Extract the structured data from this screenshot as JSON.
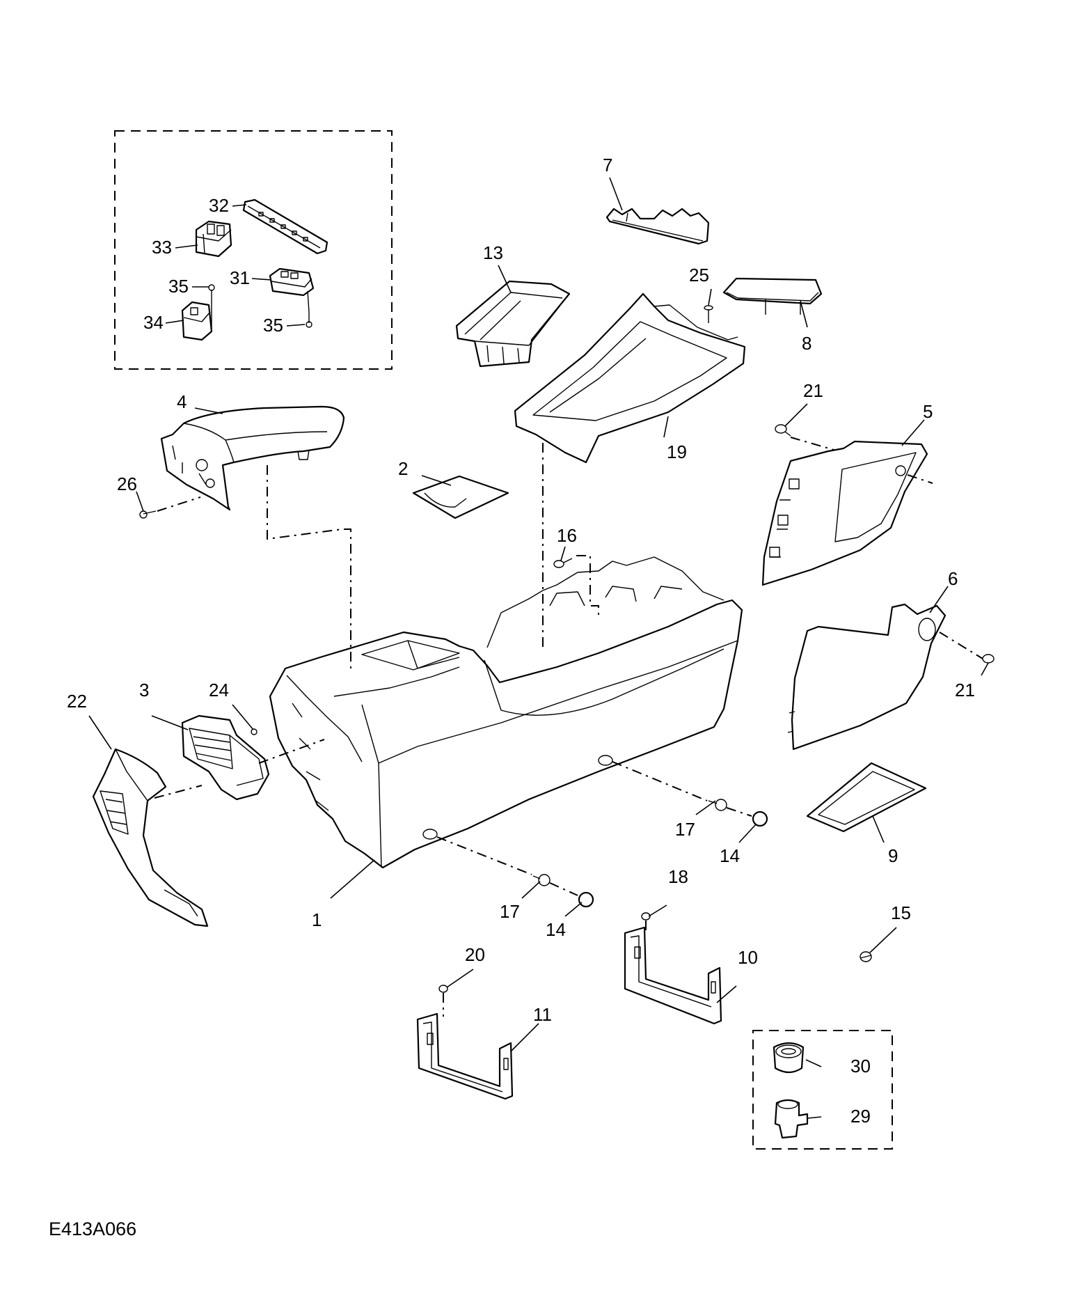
{
  "diagram_id": "E413A066",
  "callouts": {
    "c1": "1",
    "c2": "2",
    "c3": "3",
    "c4": "4",
    "c5": "5",
    "c6": "6",
    "c7": "7",
    "c8": "8",
    "c9": "9",
    "c10": "10",
    "c11": "11",
    "c13": "13",
    "c14a": "14",
    "c14b": "14",
    "c15": "15",
    "c16": "16",
    "c17a": "17",
    "c17b": "17",
    "c18": "18",
    "c19": "19",
    "c20": "20",
    "c21a": "21",
    "c21b": "21",
    "c22": "22",
    "c24": "24",
    "c25": "25",
    "c26": "26",
    "c29": "29",
    "c30": "30",
    "c31": "31",
    "c32": "32",
    "c33": "33",
    "c34": "34",
    "c35a": "35",
    "c35b": "35"
  }
}
